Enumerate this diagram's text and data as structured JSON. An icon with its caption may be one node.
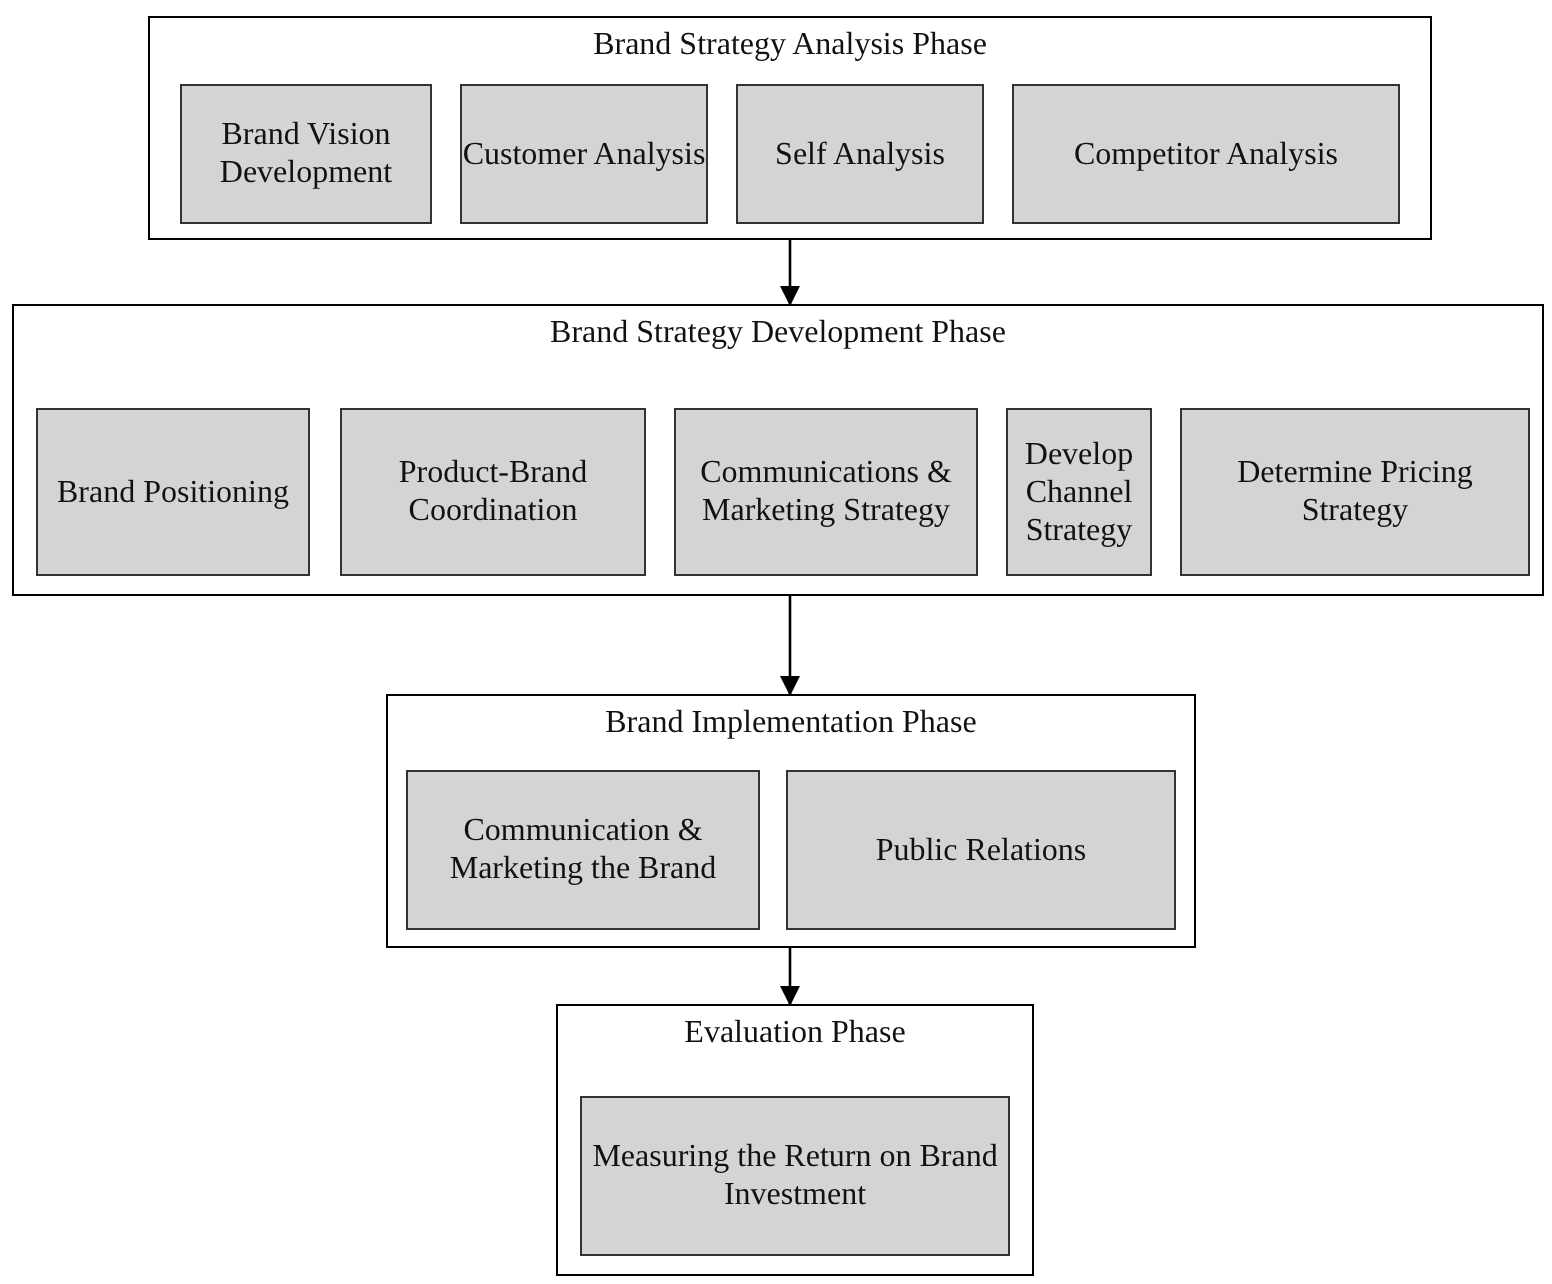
{
  "diagram": {
    "nodes": [
      {
        "text": [
          "Brand Strategy Analysis Phase"
        ]
      },
      {
        "text": [
          "Brand Vision Development"
        ],
        "in": 0
      },
      {
        "text": [
          "Customer Analysis"
        ],
        "in": 0
      },
      {
        "text": [
          "Self Analysis"
        ],
        "in": 0
      },
      {
        "text": [
          "Competitor Analysis"
        ],
        "in": 0
      },
      {
        "text": [
          "Brand Strategy Development Phase"
        ]
      },
      {
        "text": [
          "Brand Positioning"
        ],
        "in": 5
      },
      {
        "text": [
          "Product-Brand Coordination"
        ],
        "in": 5
      },
      {
        "text": [
          "Communications & Marketing Strategy"
        ],
        "in": 5
      },
      {
        "text": [
          "Develop Channel Strategy"
        ],
        "in": 5
      },
      {
        "text": [
          "Determine Pricing Strategy"
        ],
        "in": 5
      },
      {
        "text": [
          "Brand Implementation Phase"
        ]
      },
      {
        "text": [
          "Communication & Marketing the Brand"
        ],
        "in": 11
      },
      {
        "text": [
          "Public Relations"
        ],
        "in": 11
      },
      {
        "text": [
          "Evaluation Phase"
        ]
      },
      {
        "text": [
          "Measuring the Return on Brand Investment"
        ],
        "in": 14
      }
    ],
    "edges": [
      {
        "from": 0,
        "to": 5,
        "arrow": "to"
      },
      {
        "from": 5,
        "to": 11,
        "arrow": "to"
      },
      {
        "from": 11,
        "to": 14,
        "arrow": "to"
      }
    ]
  }
}
